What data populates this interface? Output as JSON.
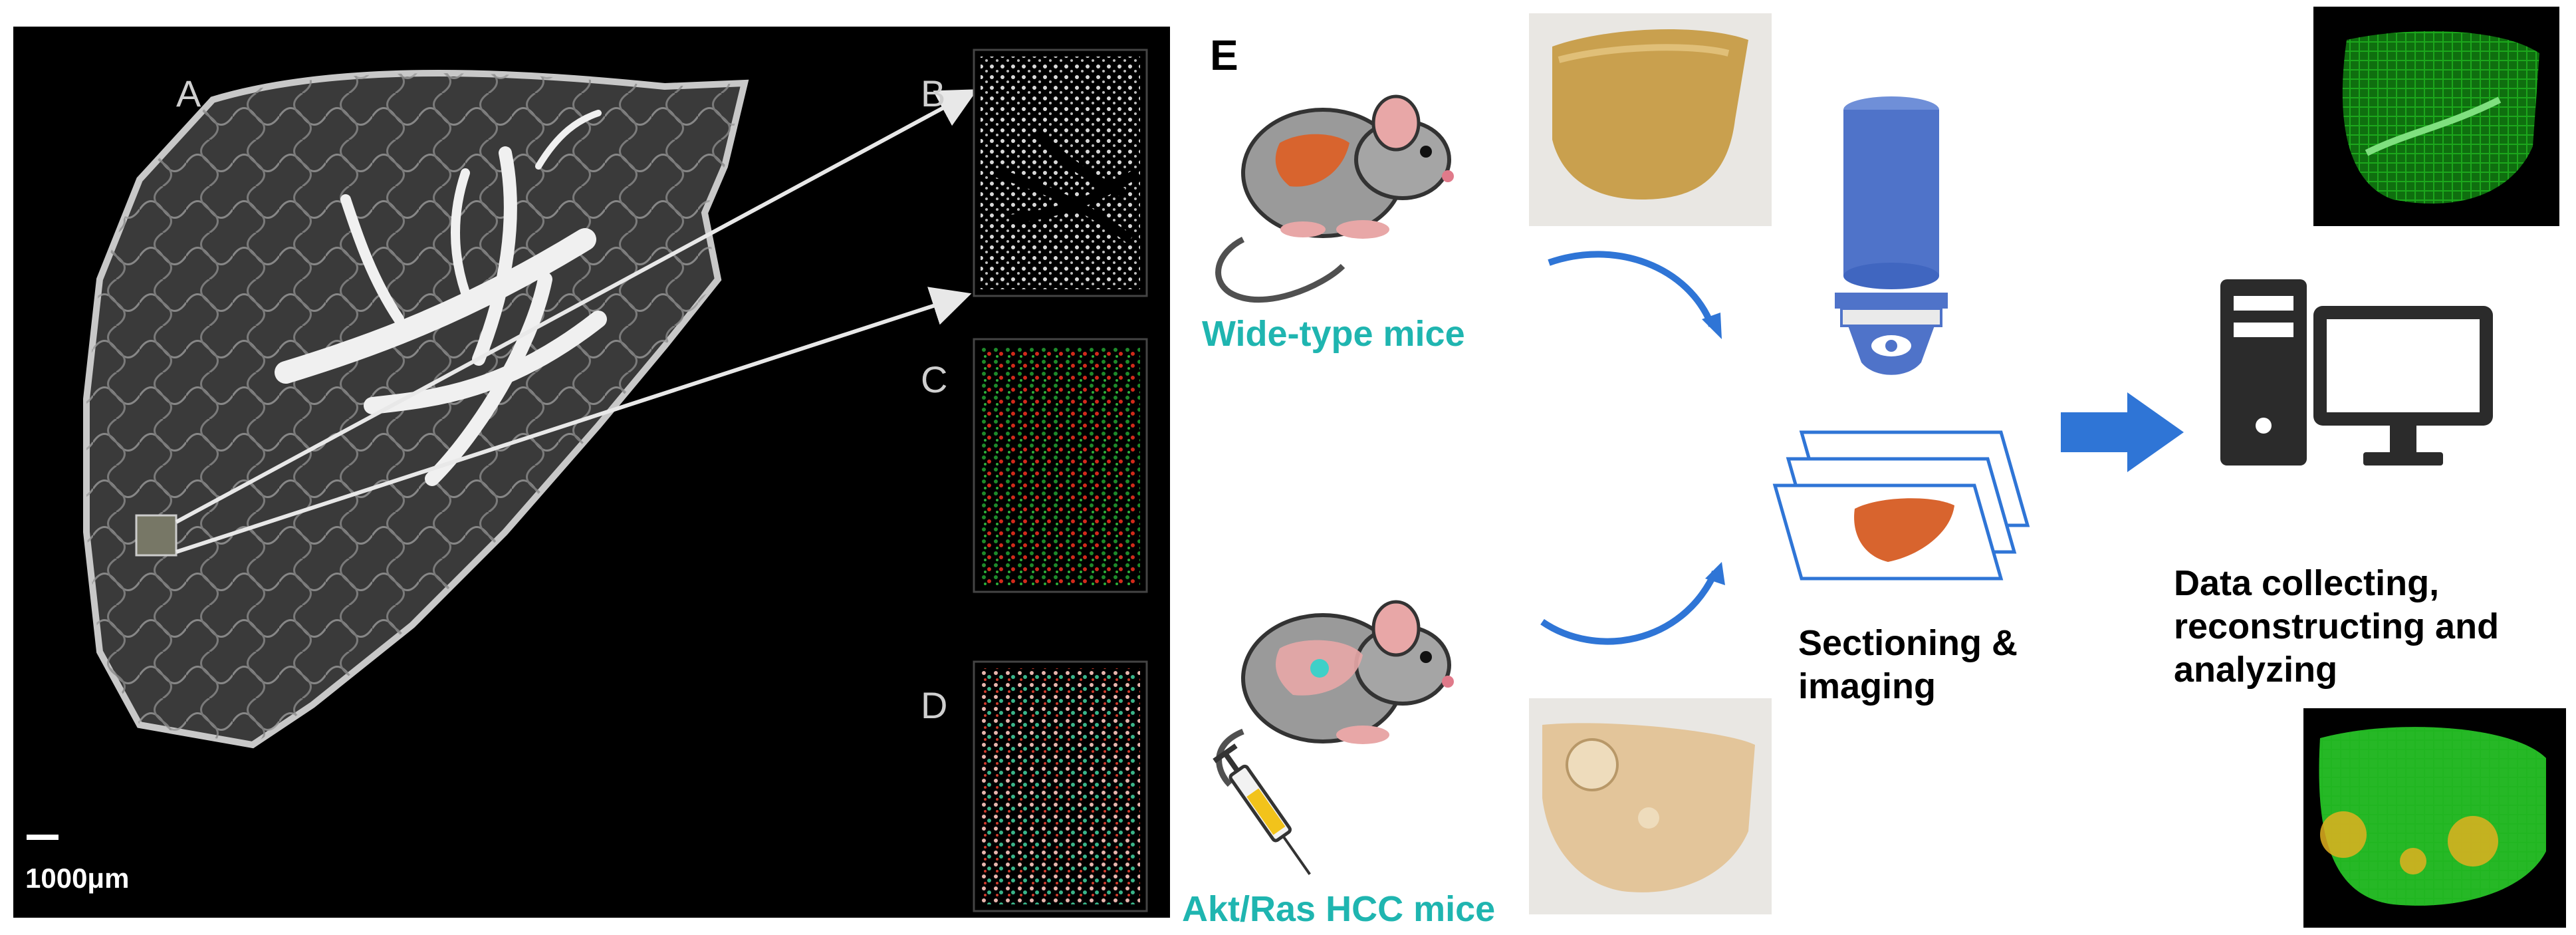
{
  "left_panel": {
    "labels": {
      "a": "A",
      "b": "B",
      "c": "C",
      "d": "D"
    },
    "scale_bar": "1000μm"
  },
  "right_panel": {
    "label": "E",
    "wild_type_label": "Wide-type mice",
    "hcc_label": "Akt/Ras HCC mice",
    "sectioning_line1": "Sectioning &",
    "sectioning_line2": "imaging",
    "data_line1": "Data collecting,",
    "data_line2": "reconstructing and",
    "data_line3": "analyzing"
  },
  "colors": {
    "teal": "#1fb5b0",
    "arrow_blue": "#2f75d6",
    "microscope_blue": "#4f73c9",
    "liver_orange": "#d8642e",
    "vessel_green": "#2fd02f"
  },
  "icons": [
    "mouse-icon",
    "liver-icon",
    "microscope-icon",
    "computer-tower-icon",
    "monitor-icon",
    "syringe-icon",
    "section-slides-icon"
  ]
}
